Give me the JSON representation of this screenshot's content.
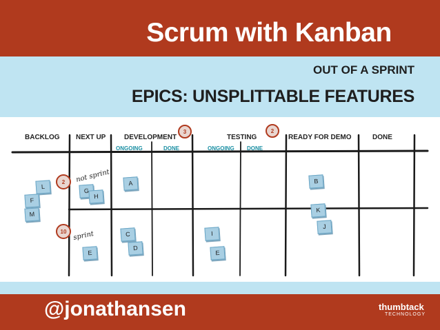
{
  "title": "Scrum with Kanban",
  "subtitle": "OUT OF A SPRINT",
  "heading": "EPICS: UNSPLITTABLE FEATURES",
  "footer": {
    "handle": "@jonathansen",
    "logo_main": "thumbtack",
    "logo_sub": "TECHNOLOGY"
  },
  "columns": [
    "BACKLOG",
    "NEXT UP",
    "DEVELOPMENT",
    "TESTING",
    "READY FOR DEMO",
    "DONE"
  ],
  "sub_columns": {
    "dev_ongoing": "ONGOING",
    "dev_done": "DONE",
    "test_ongoing": "ONGOING",
    "test_done": "DONE"
  },
  "wip_limits": {
    "development": "3",
    "testing": "2",
    "next_up_not_sprint": "2",
    "next_up_sprint": "10"
  },
  "lane_labels": {
    "not_sprint": "not sprint",
    "sprint": "sprint"
  },
  "cards": {
    "L": "L",
    "F": "F",
    "M": "M",
    "G": "G",
    "H": "H",
    "A": "A",
    "B": "B",
    "K": "K",
    "J": "J",
    "C": "C",
    "D": "D",
    "E1": "E",
    "I": "I",
    "E2": "E"
  },
  "colors": {
    "brand_red": "#b03a1e",
    "light_blue": "#bfe4f2",
    "card_blue": "#a9cfe3",
    "sub_header_teal": "#1b8fa3"
  }
}
